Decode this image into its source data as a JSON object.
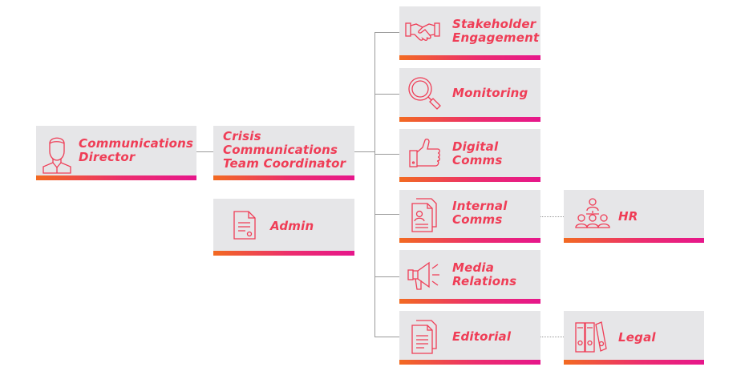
{
  "colors": {
    "accent_text": "#ef3d56",
    "bar_start": "#f26a21",
    "bar_end": "#e6168b",
    "box_bg": "#e6e6e8",
    "connector": "#9a9a9a"
  },
  "nodes": {
    "director": {
      "line1": "Communications",
      "line2": "Director",
      "icon": "person-icon"
    },
    "coordinator": {
      "line1": "Crisis",
      "line2": "Communications",
      "line3": "Team Coordinator"
    },
    "admin": {
      "label": "Admin",
      "icon": "document-icon"
    },
    "stakeholder": {
      "line1": "Stakeholder",
      "line2": "Engagement",
      "icon": "handshake-icon"
    },
    "monitoring": {
      "label": "Monitoring",
      "icon": "magnifier-icon"
    },
    "digital": {
      "line1": "Digital",
      "line2": "Comms",
      "icon": "thumbs-up-icon"
    },
    "internal": {
      "line1": "Internal",
      "line2": "Comms",
      "icon": "profile-documents-icon"
    },
    "media": {
      "line1": "Media",
      "line2": "Relations",
      "icon": "megaphone-icon"
    },
    "editorial": {
      "label": "Editorial",
      "icon": "pages-icon"
    },
    "hr": {
      "label": "HR",
      "icon": "team-icon"
    },
    "legal": {
      "label": "Legal",
      "icon": "binders-icon"
    }
  }
}
